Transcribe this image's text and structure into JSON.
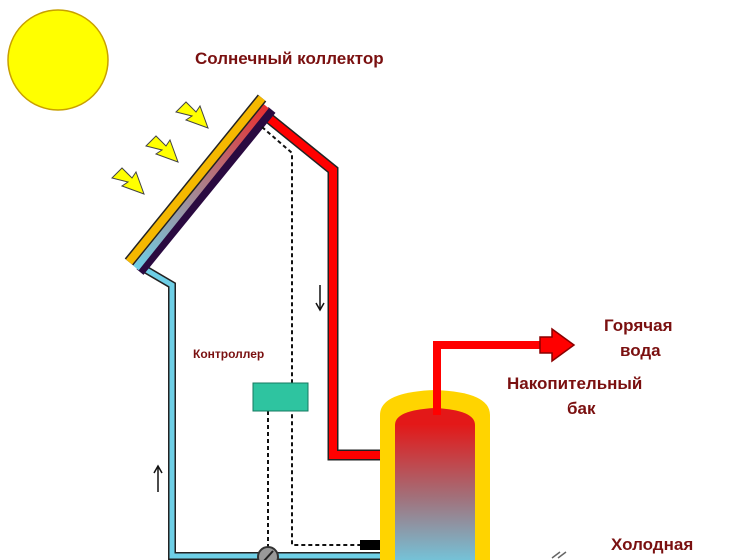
{
  "labels": {
    "collector": "Солнечный коллектор",
    "controller": "Контроллер",
    "hot_water_1": "Горячая",
    "hot_water_2": "вода",
    "tank_1": "Накопительный",
    "tank_2": "бак",
    "cold_water": "Холодная"
  },
  "colors": {
    "label": "#7a1010",
    "sun": "#ffff00",
    "hot_pipe": "#ff0000",
    "cold_pipe": "#6ecfe6",
    "controller": "#2ec4a0",
    "tank_insulation": "#ffd400"
  }
}
